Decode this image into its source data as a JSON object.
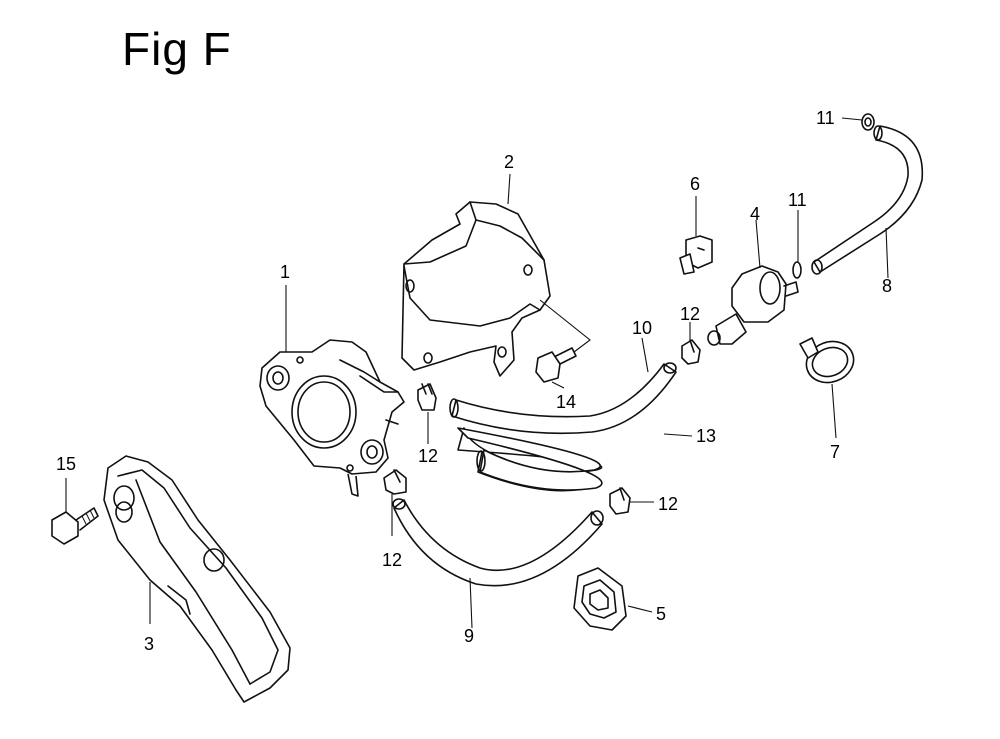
{
  "title": "Fig F",
  "parts": {
    "p1": "1",
    "p2": "2",
    "p3": "3",
    "p4": "4",
    "p5": "5",
    "p6": "6",
    "p7": "7",
    "p8": "8",
    "p9": "9",
    "p10": "10",
    "p11a": "11",
    "p11b": "11",
    "p12a": "12",
    "p12b": "12",
    "p12c": "12",
    "p12d": "12",
    "p13": "13",
    "p14": "14",
    "p15": "15"
  }
}
